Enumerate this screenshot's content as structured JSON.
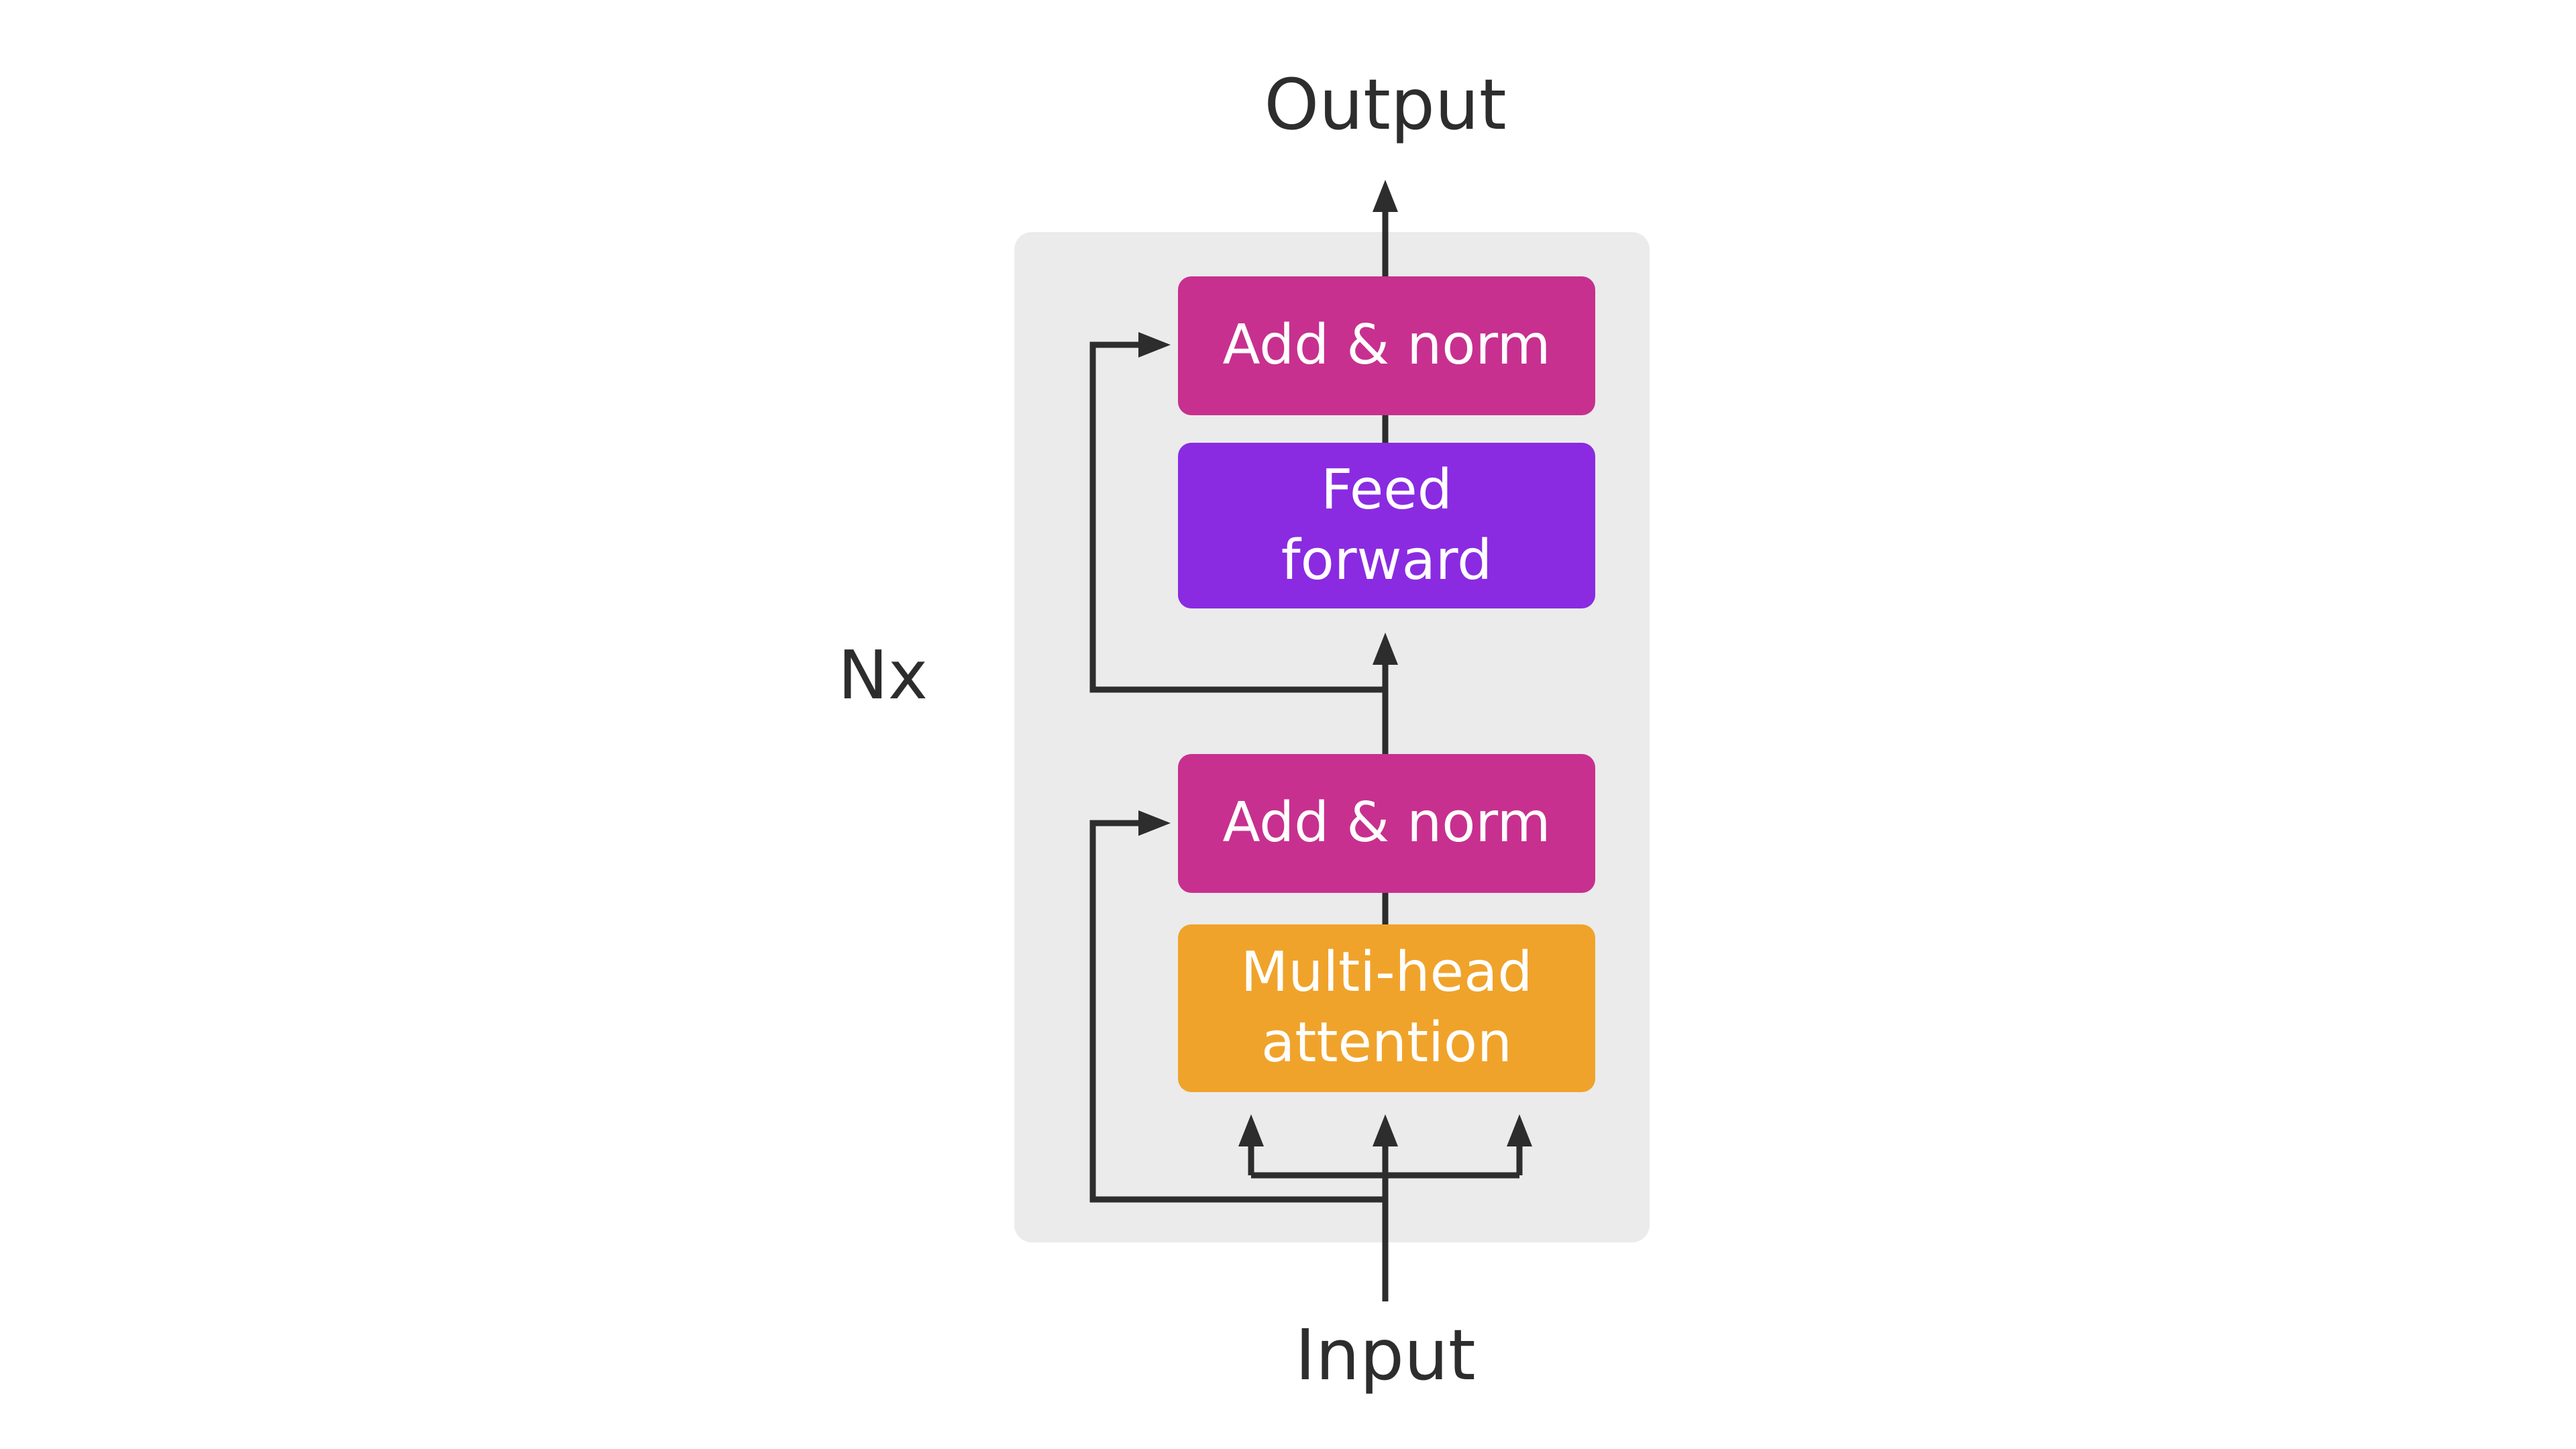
{
  "page": {
    "background": "#ffffff"
  },
  "colors": {
    "page_bg": "#ffffff",
    "panel": "#ebebeb",
    "line": "#2d2d2d",
    "label_text": "#2d2d2d",
    "box_text": "#ffffff",
    "pink": "#c7308f",
    "purple": "#8a2be2",
    "orange": "#f0a32a"
  },
  "diagram": {
    "output_label": "Output",
    "input_label": "Input",
    "repeat_label": "Nx",
    "blocks": {
      "add_norm_top": {
        "label": "Add & norm",
        "color": "#c7308f"
      },
      "feed_forward": {
        "label": "Feed\nforward",
        "color": "#8a2be2"
      },
      "add_norm_bottom": {
        "label": "Add & norm",
        "color": "#c7308f"
      },
      "multi_head_attention": {
        "label": "Multi-head\nattention",
        "color": "#f0a32a"
      }
    }
  }
}
